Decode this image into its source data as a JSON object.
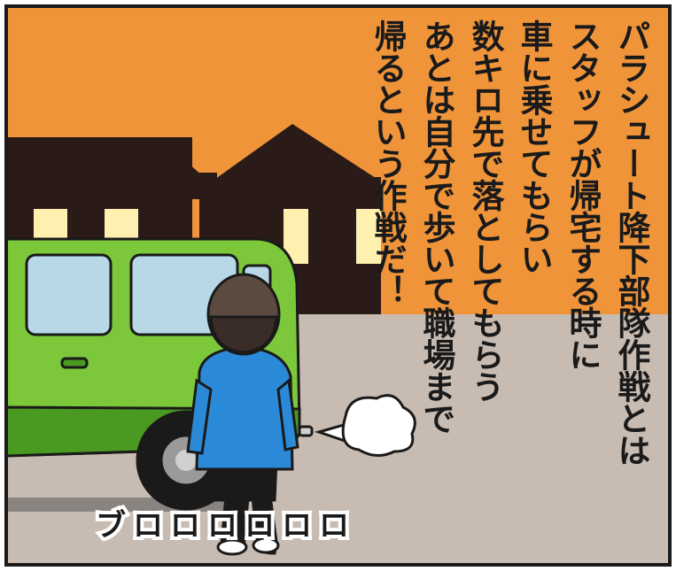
{
  "narration": {
    "lines": [
      "パラシュート降下部隊作戦とは",
      "スタッフが帰宅する時に",
      "車に乗せてもらい",
      "数キロ先で落としてもらう",
      "あとは自分で歩いて職場まで",
      "帰るという作戦だ！"
    ]
  },
  "sound_effect": "ブロロロロロロ",
  "colors": {
    "sky": "#f0943a",
    "silhouette": "#2a1a18",
    "window_glow": "#fff0b0",
    "road": "#c8bcb2",
    "car_body": "#7cc83a",
    "car_window": "#b8d8e8",
    "jacket": "#2a8ad8",
    "border": "#1a1a1a"
  },
  "icons": [
    "car-illustration",
    "person-illustration",
    "exhaust-cloud-icon",
    "house-silhouette"
  ]
}
